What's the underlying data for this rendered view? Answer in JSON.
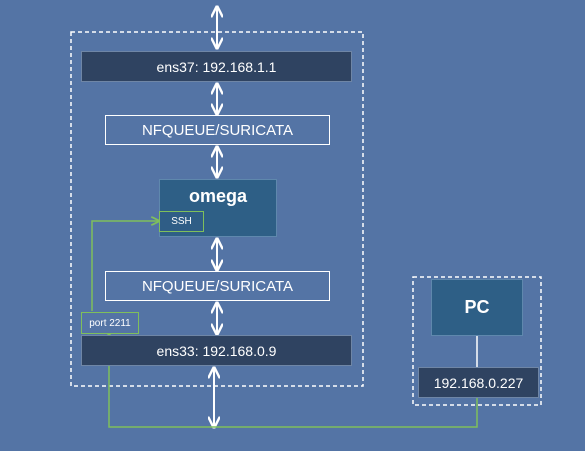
{
  "nodes": {
    "ens37": "ens37: 192.168.1.1",
    "nfqueue_top": "NFQUEUE/SURICATA",
    "omega": "omega",
    "ssh": "SSH",
    "nfqueue_bottom": "NFQUEUE/SURICATA",
    "port": "port 2211",
    "ens33": "ens33: 192.168.0.9",
    "pc": "PC",
    "pc_ip": "192.168.0.227"
  },
  "colors": {
    "background": "#5474a5",
    "interface_fill": "#2f4361",
    "host_fill": "#2e5f86",
    "ssh_path": "#7fbf5c",
    "arrow": "#ffffff"
  }
}
